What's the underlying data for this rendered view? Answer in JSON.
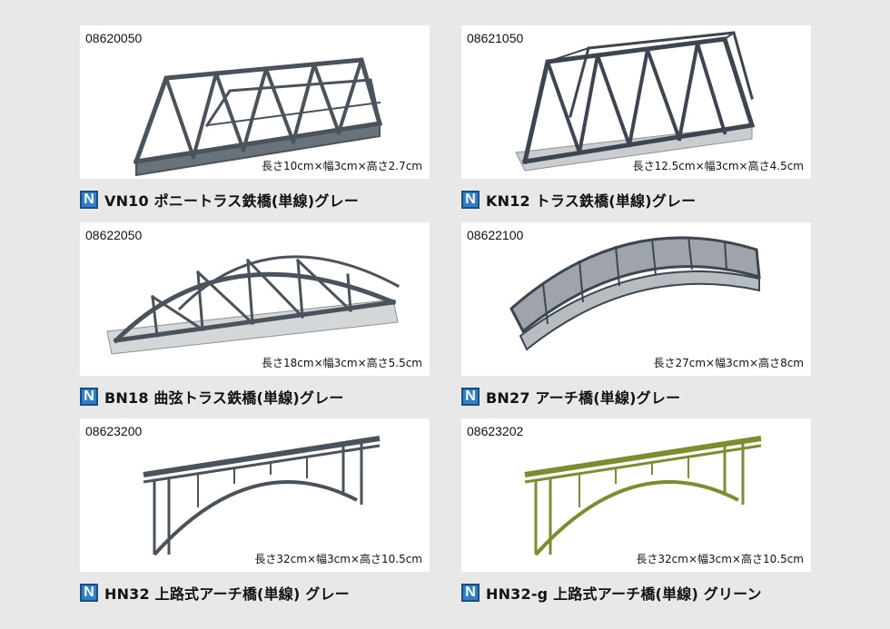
{
  "badge_letter": "N",
  "colors": {
    "badge": "#2f80c8",
    "grey_bridge": "#4a535b",
    "green_bridge": "#7d8c2c",
    "background": "#e8e8e8"
  },
  "products": [
    {
      "code": "08620050",
      "dims": "長さ10cm×幅3cm×高さ2.7cm",
      "title": "VN10 ポニートラス鉄橋(単線)グレー"
    },
    {
      "code": "08621050",
      "dims": "長さ12.5cm×幅3cm×高さ4.5cm",
      "title": "KN12 トラス鉄橋(単線)グレー"
    },
    {
      "code": "08622050",
      "dims": "長さ18cm×幅3cm×高さ5.5cm",
      "title": "BN18 曲弦トラス鉄橋(単線)グレー"
    },
    {
      "code": "08622100",
      "dims": "長さ27cm×幅3cm×高さ8cm",
      "title": "BN27 アーチ橋(単線)グレー"
    },
    {
      "code": "08623200",
      "dims": "長さ32cm×幅3cm×高さ10.5cm",
      "title": "HN32 上路式アーチ橋(単線) グレー"
    },
    {
      "code": "08623202",
      "dims": "長さ32cm×幅3cm×高さ10.5cm",
      "title": "HN32-g 上路式アーチ橋(単線) グリーン"
    }
  ]
}
